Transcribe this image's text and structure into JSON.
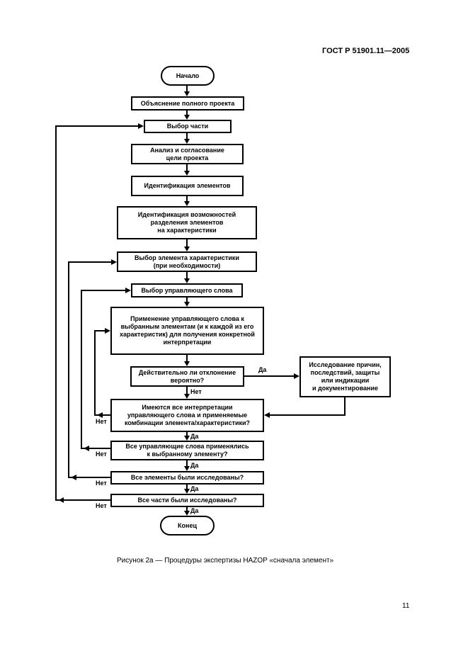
{
  "page": {
    "header": "ГОСТ Р 51901.11—2005",
    "caption": "Рисунок 2а — Процедуры экспертизы HAZOP «сначала элемент»",
    "page_number": "11"
  },
  "flowchart": {
    "nodes": {
      "start": "Начало",
      "explain_project": "Объяснение полного проекта",
      "select_part": "Выбор части",
      "analyze_goals": "Анализ и согласование\nцели проекта",
      "identify_elements": "Идентификация элементов",
      "identify_possibilities": "Идентификация возможностей\nразделения элементов\nна характеристики",
      "select_element": "Выбор элемента характеристики\n(при необходимости)",
      "select_guide_word": "Выбор управляющего слова",
      "apply_guide_word": "Применение управляющего слова к\nвыбранным элементам (и к каждой из его\nхарактеристик) для получения конкретной\nинтерпретации",
      "deviation_probable": "Действительно ли отклонение\nвероятно?",
      "investigate": "Исследование причин,\nпоследствий, защиты\nили индикации\nи документирование",
      "all_interpretations": "Имеются все интерпретации\nуправляющего слова и применяемые\nкомбинации элемента/характеристики?",
      "all_guide_words": "Все управляющие слова применялись\nк выбранному элементу?",
      "all_elements": "Все элементы были исследованы?",
      "all_parts": "Все части были исследованы?",
      "end": "Конец"
    },
    "labels": {
      "yes": "Да",
      "no": "Нет"
    }
  }
}
